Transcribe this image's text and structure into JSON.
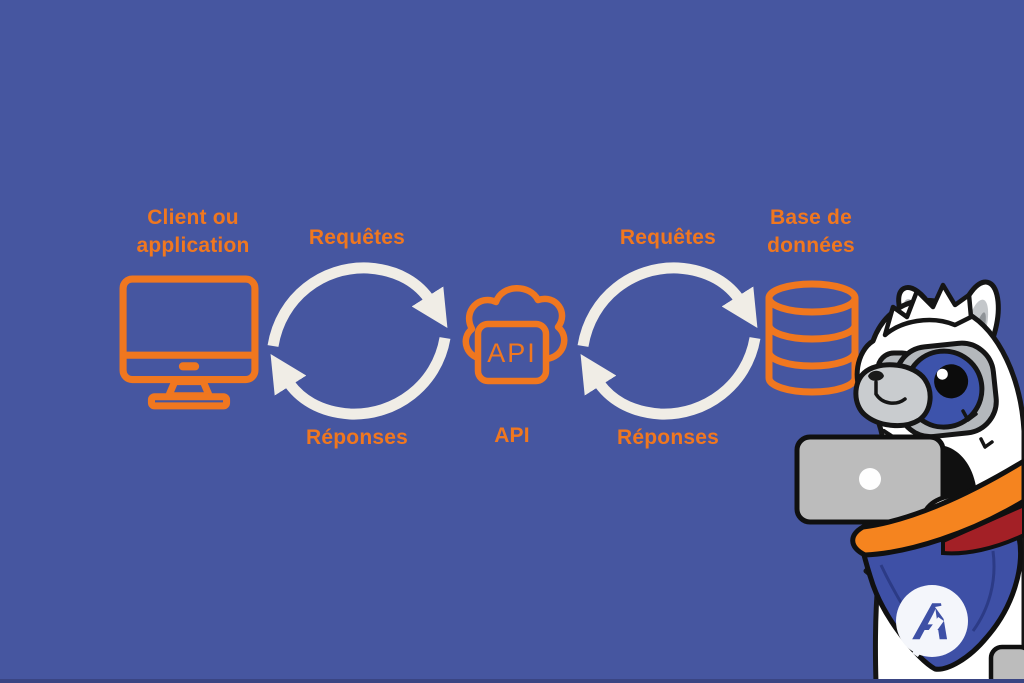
{
  "diagram": {
    "title_semantic": "api-request-response-flow-diagram",
    "background_color": "#4656A0",
    "accent_color": "#F0771F",
    "arrow_color": "#F0EDE6",
    "client": {
      "label_line1": "Client ou",
      "label_line2": "application",
      "icon": "monitor-icon"
    },
    "left_flow": {
      "request_label": "Requêtes",
      "response_label": "Réponses",
      "icon": "cycle-arrows-icon"
    },
    "api": {
      "icon": "api-cloud-icon",
      "icon_text": "API",
      "label": "API"
    },
    "right_flow": {
      "request_label": "Requêtes",
      "response_label": "Réponses",
      "icon": "cycle-arrows-icon"
    },
    "database": {
      "label_line1": "Base de",
      "label_line2": "données",
      "icon": "database-cylinder-icon"
    },
    "mascot": {
      "icon": "llama-developer-mascot",
      "logo_letter": "A",
      "accessories": [
        "goggles",
        "gray-laptop",
        "orange-scarf",
        "blue-bandana-arrow-logo"
      ]
    }
  }
}
